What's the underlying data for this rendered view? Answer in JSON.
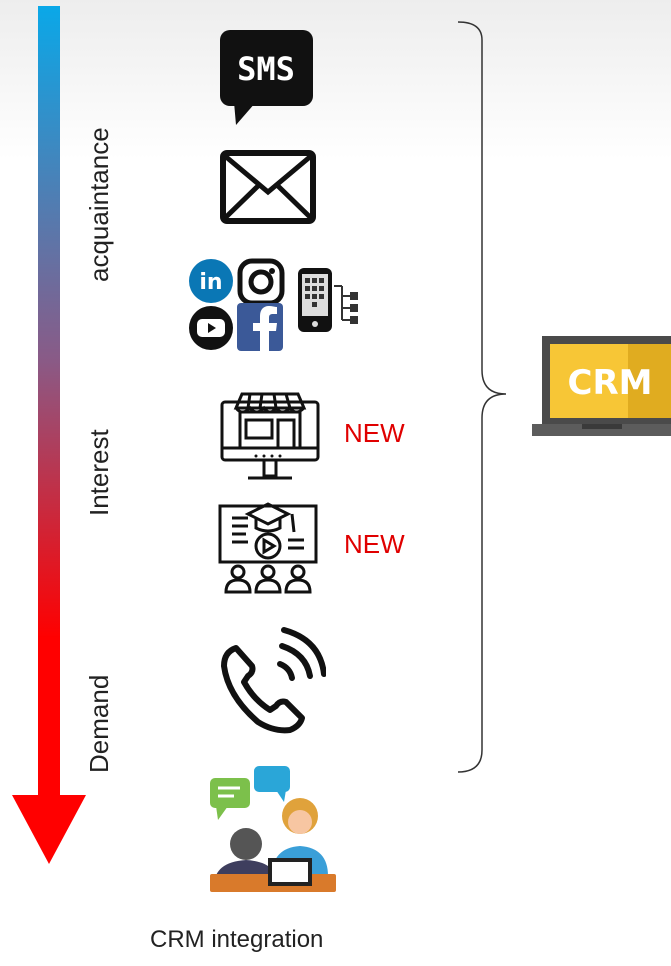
{
  "stages": {
    "acquaintance": "acquaintance",
    "interest": "Interest",
    "demand": "Demand"
  },
  "sms_icon": {
    "icon": "sms-icon",
    "text": "SMS"
  },
  "social_icons": {
    "linkedin_text": "in"
  },
  "crm_icon": {
    "icon": "crm-laptop-icon",
    "text": "CRM"
  },
  "new_badges": [
    "NEW",
    "NEW"
  ],
  "caption": "CRM integration",
  "colors": {
    "arrow_top": "#0aa8e8",
    "arrow_bottom": "#ff0000",
    "new_text": "#e00000",
    "crm_yellow": "#f7c636",
    "crm_dark": "#4a4a4a"
  }
}
